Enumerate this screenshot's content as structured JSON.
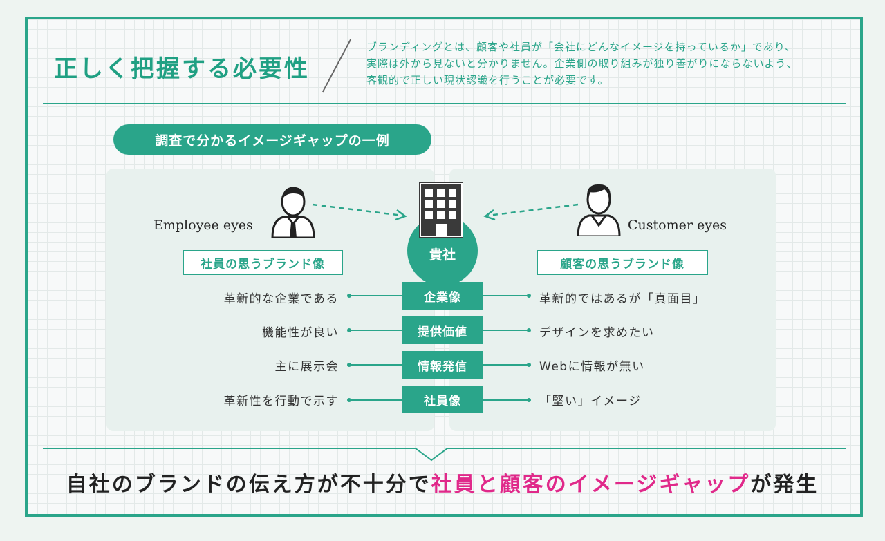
{
  "header": {
    "title": "正しく把握する必要性",
    "intro_lines": [
      "ブランディングとは、顧客や社員が「会社にどんなイメージを持っているか」であり、",
      "実際は外から見ないと分かりません。企業側の取り組みが独り善がりにならないよう、",
      "客観的で正しい現状認識を行うことが必要です。"
    ]
  },
  "diagram": {
    "pill_title": "調査で分かるイメージギャップの一例",
    "company_label": "貴社",
    "employee": {
      "eyes_label": "Employee eyes",
      "box_label": "社員の思うブランド像"
    },
    "customer": {
      "eyes_label": "Customer eyes",
      "box_label": "顧客の思うブランド像"
    },
    "rows": [
      {
        "category": "企業像",
        "employee": "革新的な企業である",
        "customer": "革新的ではあるが「真面目」"
      },
      {
        "category": "提供価値",
        "employee": "機能性が良い",
        "customer": "デザインを求めたい"
      },
      {
        "category": "情報発信",
        "employee": "主に展示会",
        "customer": "Webに情報が無い"
      },
      {
        "category": "社員像",
        "employee": "革新性を行動で示す",
        "customer": "「堅い」イメージ"
      }
    ]
  },
  "conclusion": {
    "prefix": "自社のブランドの伝え方が不十分で",
    "highlight": "社員と顧客のイメージギャップ",
    "suffix": "が発生"
  },
  "colors": {
    "accent": "#2aa58a",
    "highlight": "#e0298a"
  },
  "icons": [
    "person-icon",
    "building-icon",
    "arrow-icon"
  ]
}
